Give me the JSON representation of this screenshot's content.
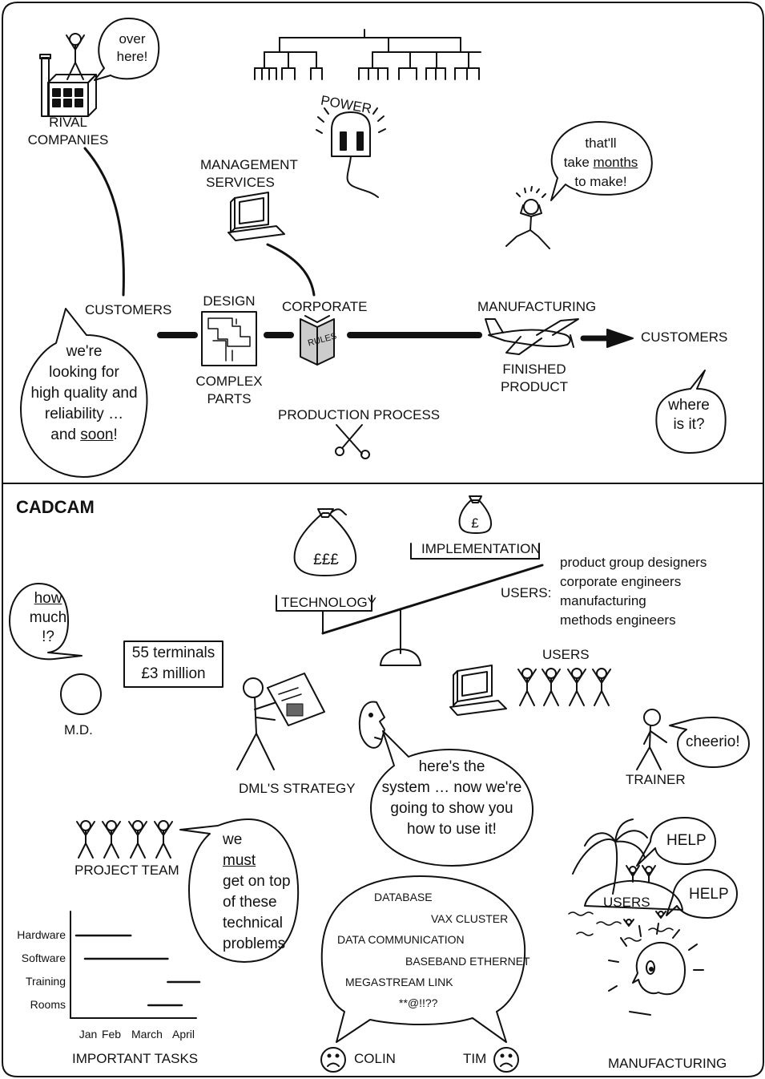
{
  "top_panel": {
    "rival_companies": "RIVAL\nCOMPANIES",
    "rival_bubble": "over\nhere!",
    "power_label": "POWER",
    "management_services": "MANAGEMENT\nSERVICES",
    "months_bubble_a": "that'll",
    "months_bubble_b_pre": "take ",
    "months_bubble_b_u": "months",
    "months_bubble_c": "to make!",
    "customers_left": "CUSTOMERS",
    "design": "DESIGN",
    "complex_parts": "COMPLEX\nPARTS",
    "corporate": "CORPORATE",
    "rules_book": "RULES",
    "manufacturing": "MANUFACTURING",
    "finished_product": "FINISHED\nPRODUCT",
    "customers_right": "CUSTOMERS",
    "production_process": "PRODUCTION PROCESS",
    "customer_bubble_a": "we're\nlooking for\nhigh quality and\nreliability …",
    "customer_bubble_b_pre": "and ",
    "customer_bubble_b_u": "soon",
    "customer_bubble_b_post": "!",
    "where_bubble": "where\nis it?"
  },
  "bottom_panel": {
    "heading": "CADCAM",
    "money_big": "£££",
    "money_small": "£",
    "implementation": "IMPLEMENTATION",
    "technology": "TECHNOLOGY",
    "users_label": "USERS:",
    "users_list": [
      "product group designers",
      "corporate engineers",
      "manufacturing",
      "methods engineers"
    ],
    "how_much_u": "how",
    "how_much_rest": "much\n!?",
    "terminals": "55 terminals\n£3 million",
    "md": "M.D.",
    "users_group": "USERS",
    "dml_strategy": "DML'S STRATEGY",
    "trainer": "TRAINER",
    "cheerio": "cheerio!",
    "system_bubble": "here's the\nsystem … now we're\ngoing to show you\nhow to use it!",
    "project_team": "PROJECT TEAM",
    "problems_a": "we",
    "problems_u": "must",
    "problems_b": "get on top\nof these\ntechnical\nproblems",
    "help_1": "HELP",
    "help_2": "HELP",
    "users_island": "USERS",
    "tech_bubble": [
      "DATABASE",
      "VAX CLUSTER",
      "DATA COMMUNICATION",
      "BASEBAND ETHERNET",
      "MEGASTREAM LINK",
      "**@!!??"
    ],
    "colin": "COLIN",
    "tim": "TIM",
    "manufacturing": "MANUFACTURING",
    "gantt_title": "IMPORTANT TASKS"
  },
  "chart_data": {
    "type": "gantt",
    "title": "IMPORTANT TASKS",
    "categories": [
      "Hardware",
      "Software",
      "Training",
      "Rooms"
    ],
    "x_ticks": [
      "Jan",
      "Feb",
      "March",
      "April"
    ],
    "tasks": [
      {
        "name": "Hardware",
        "start": 0.0,
        "end": 1.55
      },
      {
        "name": "Software",
        "start": 0.25,
        "end": 2.6
      },
      {
        "name": "Training",
        "start": 2.6,
        "end": 3.5
      },
      {
        "name": "Rooms",
        "start": 2.05,
        "end": 3.0
      }
    ]
  }
}
